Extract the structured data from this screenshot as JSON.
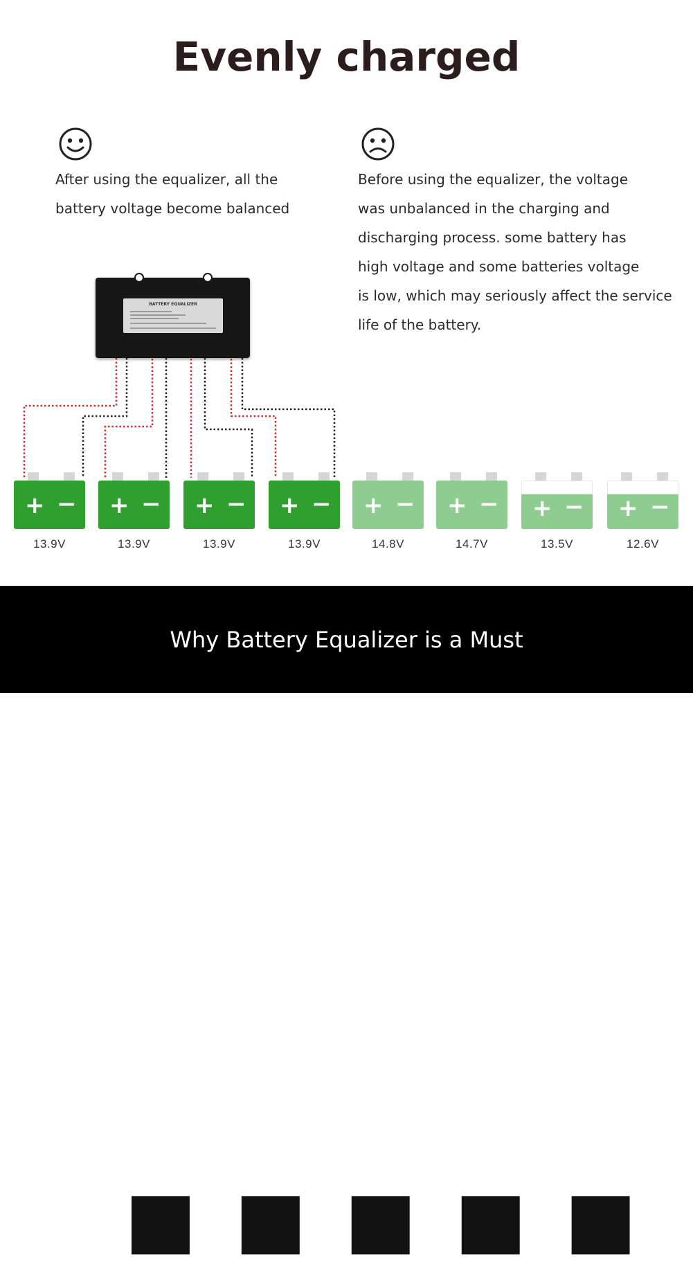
{
  "title": "Evenly charged",
  "left": {
    "icon": "happy-face-icon",
    "lines": [
      "After using the equalizer, all the",
      "battery voltage become balanced"
    ]
  },
  "right": {
    "icon": "sad-face-icon",
    "lines": [
      "Before using the equalizer, the voltage",
      "was unbalanced in the charging and",
      "discharging process. some battery has",
      "high voltage and some batteries voltage",
      "is low, which may seriously affect the service",
      " life of the battery."
    ]
  },
  "device": {
    "label": "BATTERY EQUALIZER"
  },
  "batteries": [
    {
      "voltage": "13.9V",
      "state": "balanced",
      "color": "#2fa02f"
    },
    {
      "voltage": "13.9V",
      "state": "balanced",
      "color": "#2fa02f"
    },
    {
      "voltage": "13.9V",
      "state": "balanced",
      "color": "#2fa02f"
    },
    {
      "voltage": "13.9V",
      "state": "balanced",
      "color": "#2fa02f"
    },
    {
      "voltage": "14.8V",
      "state": "unbalanced",
      "color": "#8fcc8f"
    },
    {
      "voltage": "14.7V",
      "state": "unbalanced",
      "color": "#8fcc8f"
    },
    {
      "voltage": "13.5V",
      "state": "unbalanced",
      "color": "#8fcc8f"
    },
    {
      "voltage": "12.6V",
      "state": "unbalanced",
      "color": "#8fcc8f"
    }
  ],
  "battery_symbols": {
    "plus": "+",
    "minus": "−"
  },
  "colors": {
    "wire_positive": "#d42a2a",
    "wire_negative": "#222222",
    "band": "#000000"
  },
  "footer": "Why Battery Equalizer is a Must"
}
